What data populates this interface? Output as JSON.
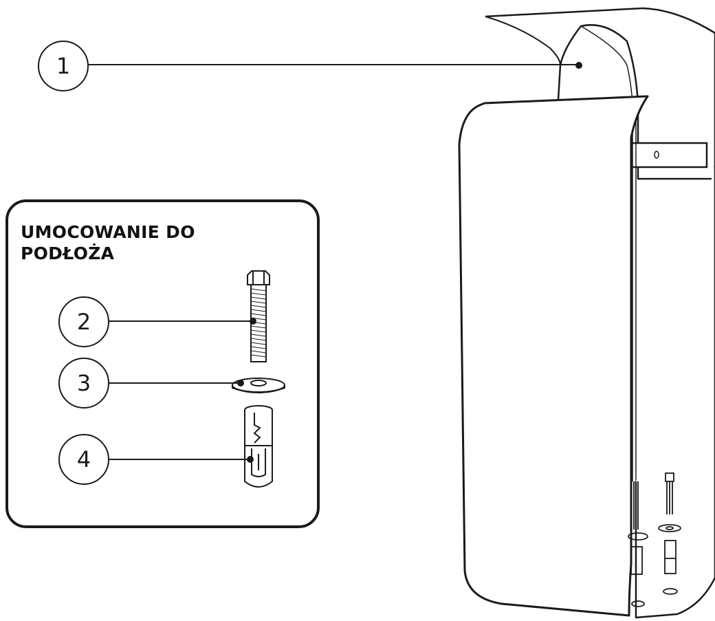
{
  "callouts": {
    "c1": "1",
    "c2": "2",
    "c3": "3",
    "c4": "4"
  },
  "panel": {
    "title_line1": "UMOCOWANIE DO",
    "title_line2": "PODŁOŻA"
  },
  "bracket_hole_label": "0",
  "colors": {
    "stroke": "#1a1a1a",
    "background": "#ffffff"
  }
}
